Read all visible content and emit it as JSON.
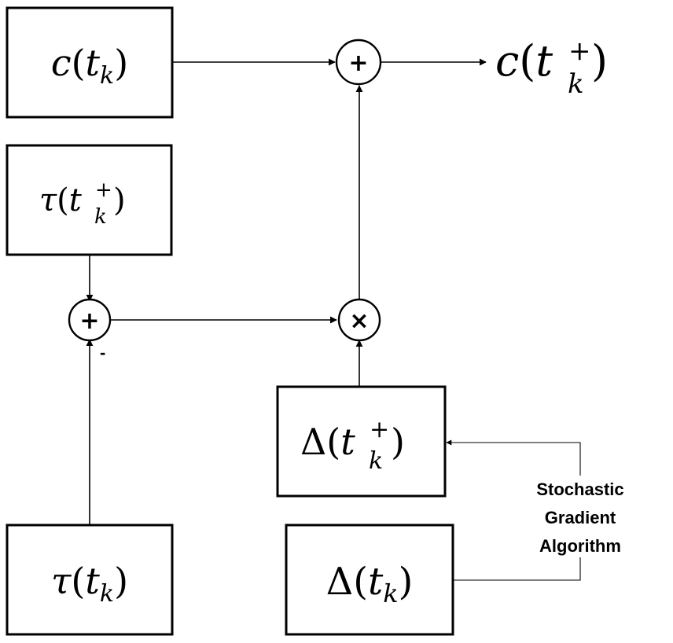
{
  "blocks": {
    "c_tk": {
      "fn": "c",
      "var": "t",
      "sub": "k",
      "sup": ""
    },
    "c_tk_plus": {
      "fn": "c",
      "var": "t",
      "sub": "k",
      "sup": "+"
    },
    "tau_tk_plus": {
      "fn": "τ",
      "var": "t",
      "sub": "k",
      "sup": "+"
    },
    "tau_tk": {
      "fn": "τ",
      "var": "t",
      "sub": "k",
      "sup": ""
    },
    "delta_tk_plus": {
      "fn": "Δ",
      "var": "t",
      "sub": "k",
      "sup": "+"
    },
    "delta_tk": {
      "fn": "Δ",
      "var": "t",
      "sub": "k",
      "sup": ""
    }
  },
  "nodes": {
    "top_sum": "+",
    "left_sum": "+",
    "left_sum_minus": "-",
    "product": "×"
  },
  "annotation": {
    "line1": "Stochastic",
    "line2": "Gradient",
    "line3": "Algorithm"
  }
}
